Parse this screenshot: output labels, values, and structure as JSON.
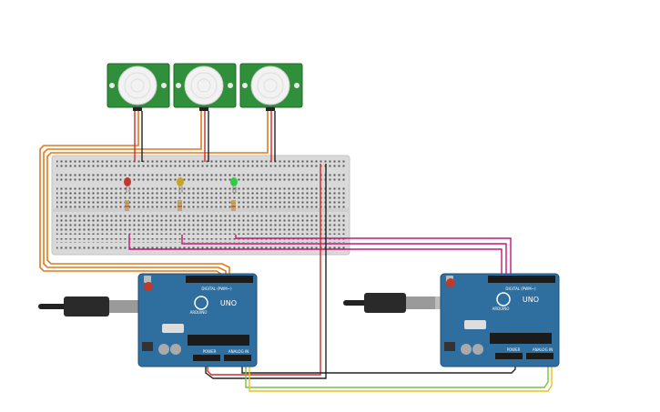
{
  "colors": {
    "board_blue": "#2f6f9f",
    "board_edge": "#1f4f74",
    "breadboard": "#d9d9d9",
    "pir_green": "#2f8f3a",
    "pir_dome": "#f2f2f2",
    "wire_orange": "#e07b1a",
    "wire_red": "#d62828",
    "wire_black": "#222222",
    "wire_magenta": "#c2187b",
    "wire_green": "#7fbf3f",
    "wire_yellow": "#e8c21a",
    "led_red": "#c0392b",
    "led_yellow": "#c9a227",
    "led_green": "#2ecc40"
  },
  "board_left": {
    "model_label": "UNO",
    "brand_label": "ARDUINO",
    "digital_label": "DIGITAL (PWM~)",
    "power_label": "POWER",
    "analog_label": "ANALOG IN"
  },
  "board_right": {
    "model_label": "UNO",
    "brand_label": "ARDUINO",
    "digital_label": "DIGITAL (PWM~)",
    "power_label": "POWER",
    "analog_label": "ANALOG IN"
  },
  "components": {
    "pir_sensors": [
      "pir-sensor-1",
      "pir-sensor-2",
      "pir-sensor-3"
    ],
    "leds": [
      "red",
      "yellow",
      "green"
    ],
    "usb_cables": 2
  }
}
